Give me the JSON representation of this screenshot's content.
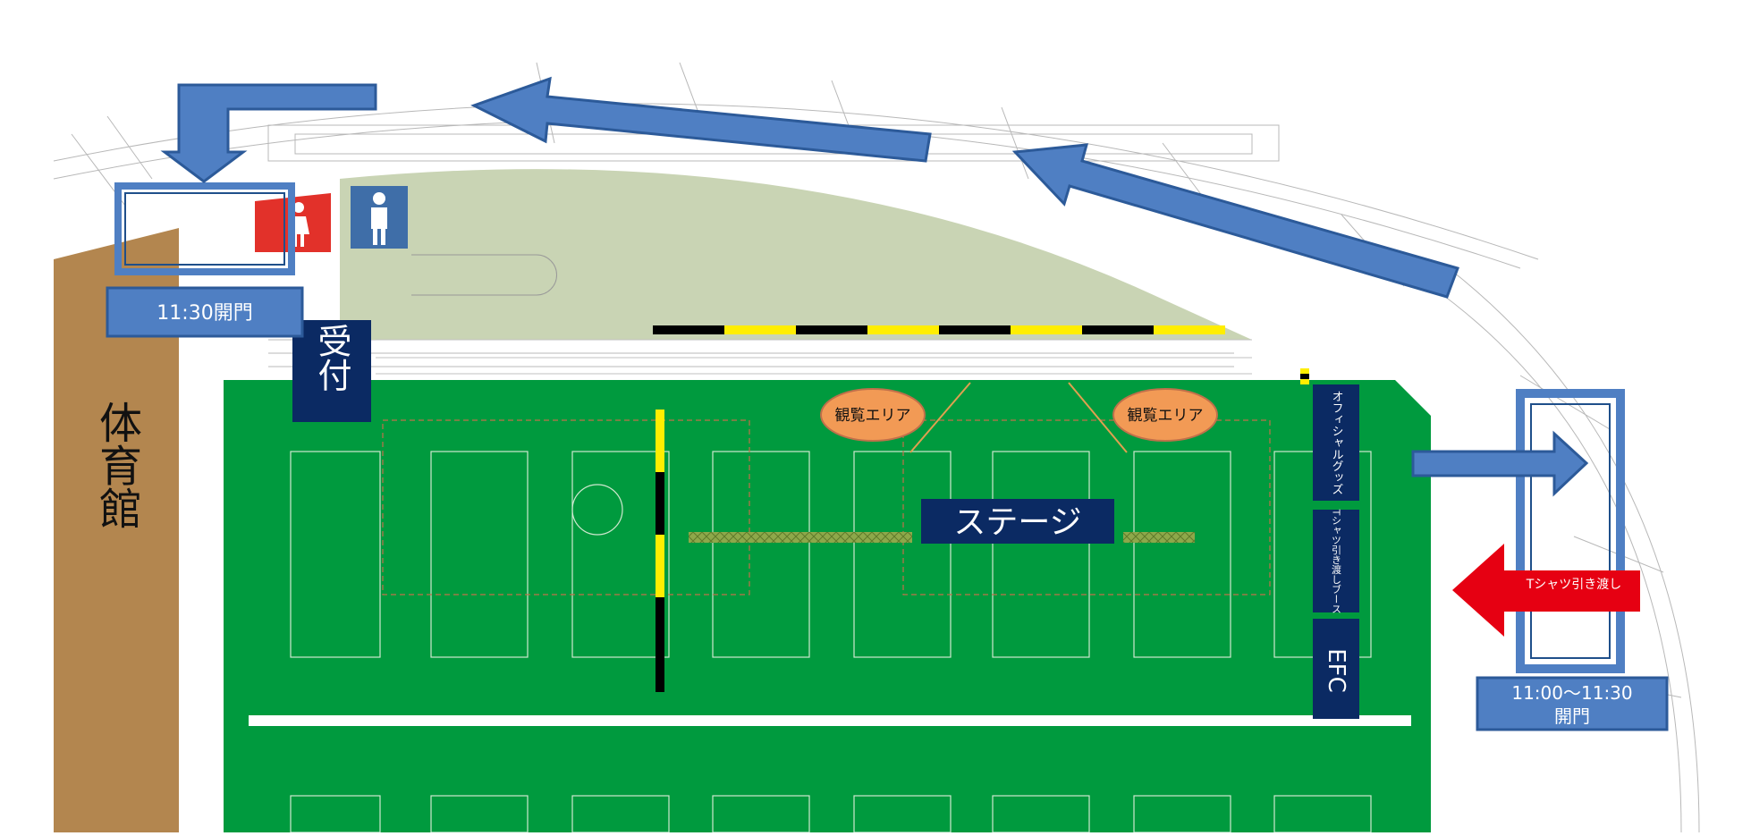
{
  "labels": {
    "gym": "体育館",
    "reception": "受付",
    "stage": "ステージ",
    "viewing_area_1": "観覧エリア",
    "viewing_area_2": "観覧エリア",
    "official_goods": "オフィシャルグッズ",
    "tshirt_booth": "Tシャツ引き渡しブース",
    "efc": "EFC",
    "tshirt_handover": "Tシャツ引き渡し",
    "gate_west_time": "11:30開門",
    "gate_east_time": "11:00〜11:30",
    "gate_east_suffix": "開門"
  },
  "icons": {
    "female_restroom": "female-restroom-icon",
    "male_restroom": "male-restroom-icon"
  },
  "colors": {
    "field_green": "#009a3e",
    "gym_brown": "#b3864f",
    "navy": "#0b2a63",
    "arrow_blue": "#4f7fc3",
    "arrow_red": "#e60012",
    "plaza": "#c9d4b4",
    "orange_badge": "#f29a55"
  }
}
